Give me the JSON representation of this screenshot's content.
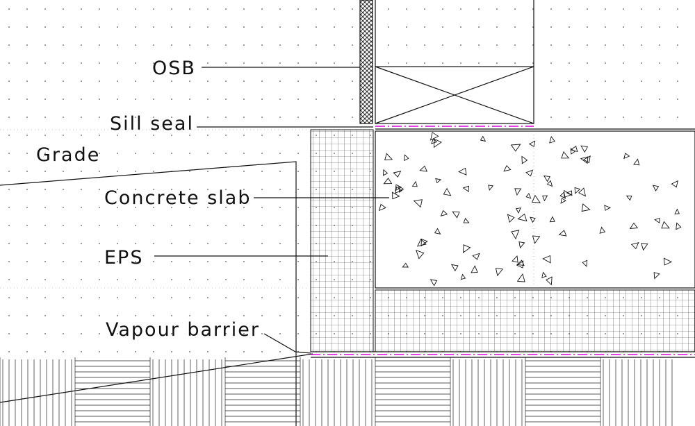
{
  "labels": {
    "osb": "OSB",
    "sill_seal": "Sill seal",
    "grade": "Grade",
    "concrete_slab": "Concrete slab",
    "eps": "EPS",
    "vapour_barrier": "Vapour barrier"
  },
  "colors": {
    "line": "#111111",
    "vapour": "#e000e0",
    "grid_dot": "#555555"
  }
}
